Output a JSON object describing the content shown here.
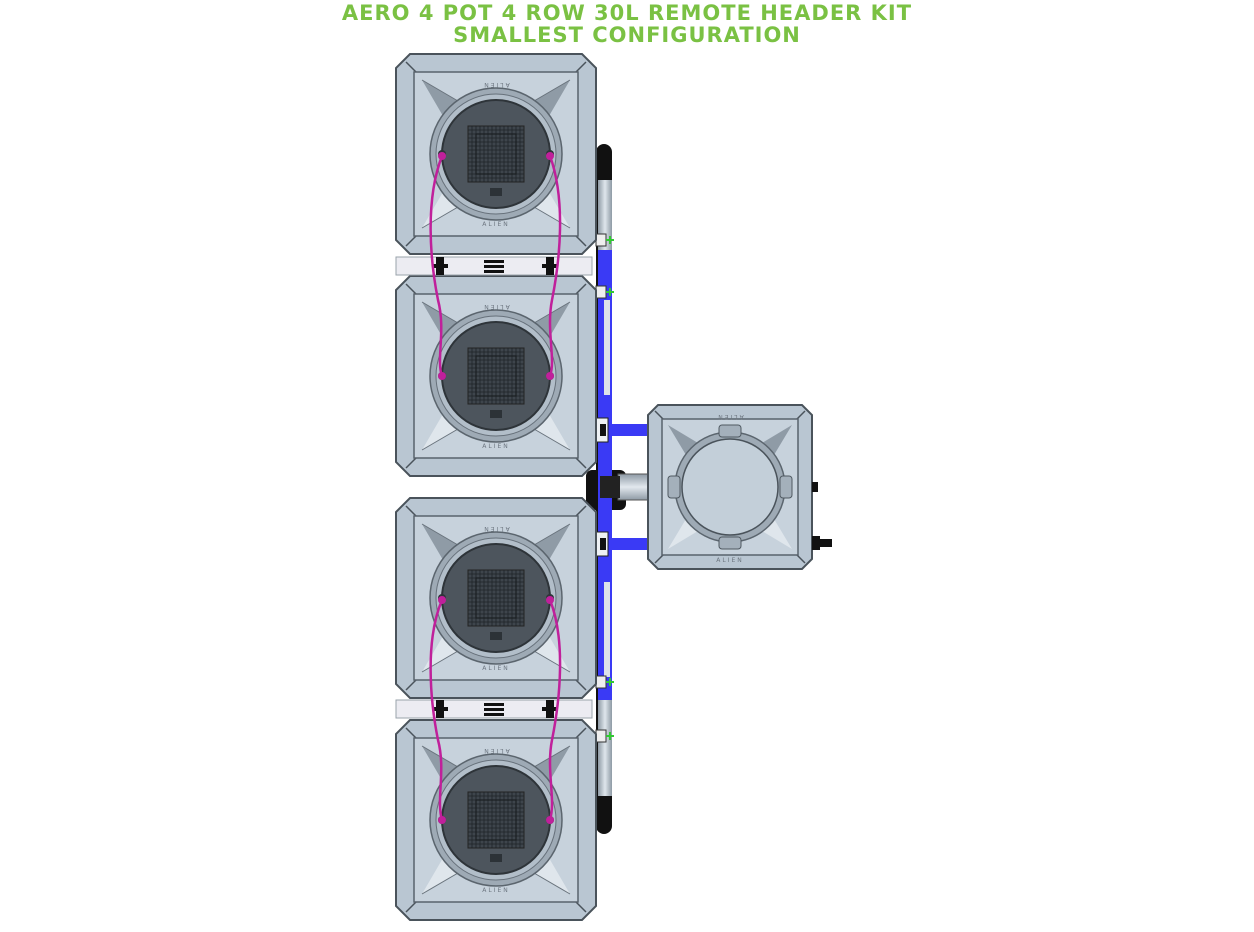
{
  "title": {
    "line1": "AERO 4 POT 4 ROW 30L REMOTE HEADER KIT",
    "line2": "SMALLEST CONFIGURATION"
  },
  "diagram": {
    "pot_count": 4,
    "watermark": "ALIEN",
    "colors": {
      "title": "#7ac143",
      "pot_body": "#b9c7d3",
      "pot_outline": "#4a535b",
      "basket": "#4d555d",
      "tubing": "#c0209b",
      "supply_pipe": "#3333ff",
      "connector": "#32c832",
      "header_frame": "#111111"
    }
  }
}
